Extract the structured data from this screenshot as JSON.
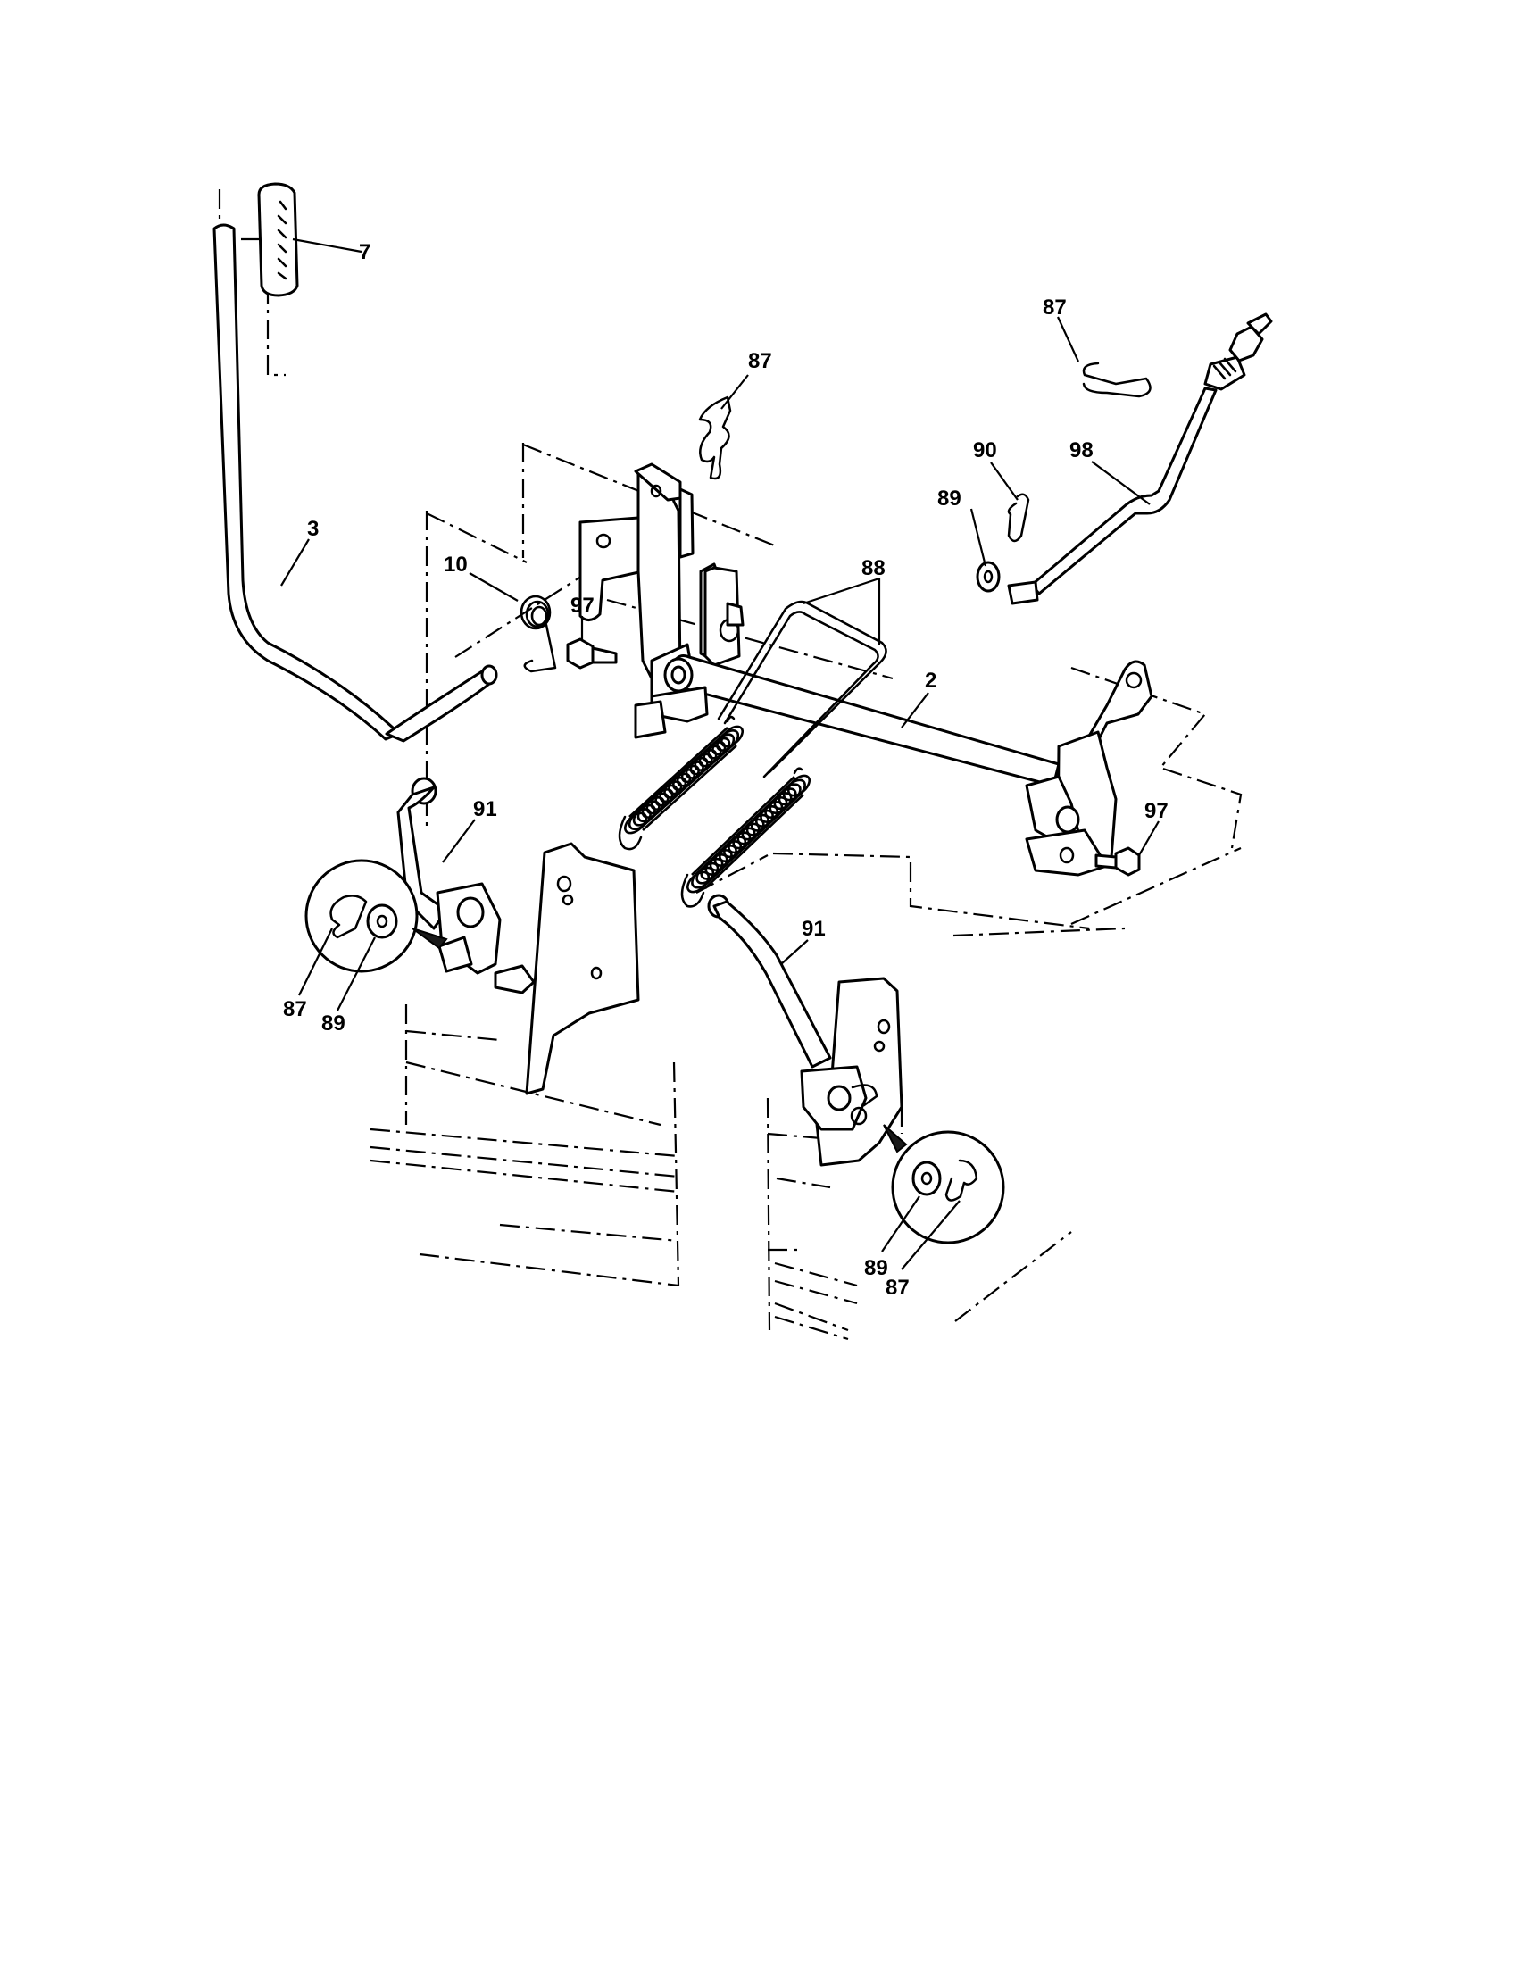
{
  "callouts": {
    "c7": "7",
    "c3": "3",
    "c10": "10",
    "c97a": "97",
    "c97b": "97",
    "c87_top": "87",
    "c87_right": "87",
    "c90": "90",
    "c98": "98",
    "c89_right": "89",
    "c88": "88",
    "c2": "2",
    "c91_left": "91",
    "c91_right": "91",
    "c87_left_inset": "87",
    "c89_left_inset": "89",
    "c89_right_inset": "89",
    "c87_right_inset": "87"
  }
}
